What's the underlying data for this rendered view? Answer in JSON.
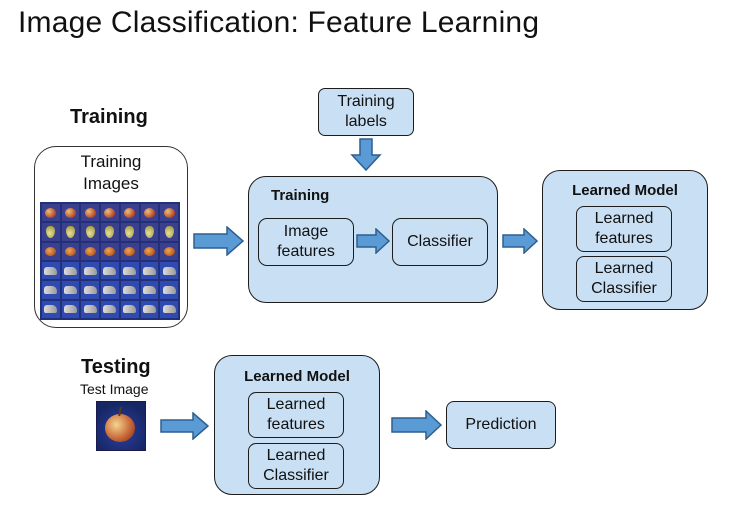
{
  "title": "Image Classification: Feature Learning",
  "training_section": {
    "heading": "Training",
    "images_label": "Training\nImages",
    "grid_rows": [
      "apple",
      "pear",
      "orange",
      "animal",
      "animal",
      "animal"
    ]
  },
  "training_labels": "Training\nlabels",
  "training_group": {
    "title": "Training",
    "image_features": "Image\nfeatures",
    "classifier": "Classifier"
  },
  "learned_model_top": {
    "title": "Learned Model",
    "features": "Learned\nfeatures",
    "classifier": "Learned\nClassifier"
  },
  "testing_section": {
    "heading": "Testing",
    "test_image_label": "Test Image"
  },
  "learned_model_bottom": {
    "title": "Learned Model",
    "features": "Learned\nfeatures",
    "classifier": "Learned\nClassifier"
  },
  "prediction": "Prediction",
  "colors": {
    "box_fill": "#c9dff3",
    "arrow_fill": "#5b9bd5",
    "arrow_stroke": "#2e5f8f",
    "outline": "#1c1c1c"
  }
}
